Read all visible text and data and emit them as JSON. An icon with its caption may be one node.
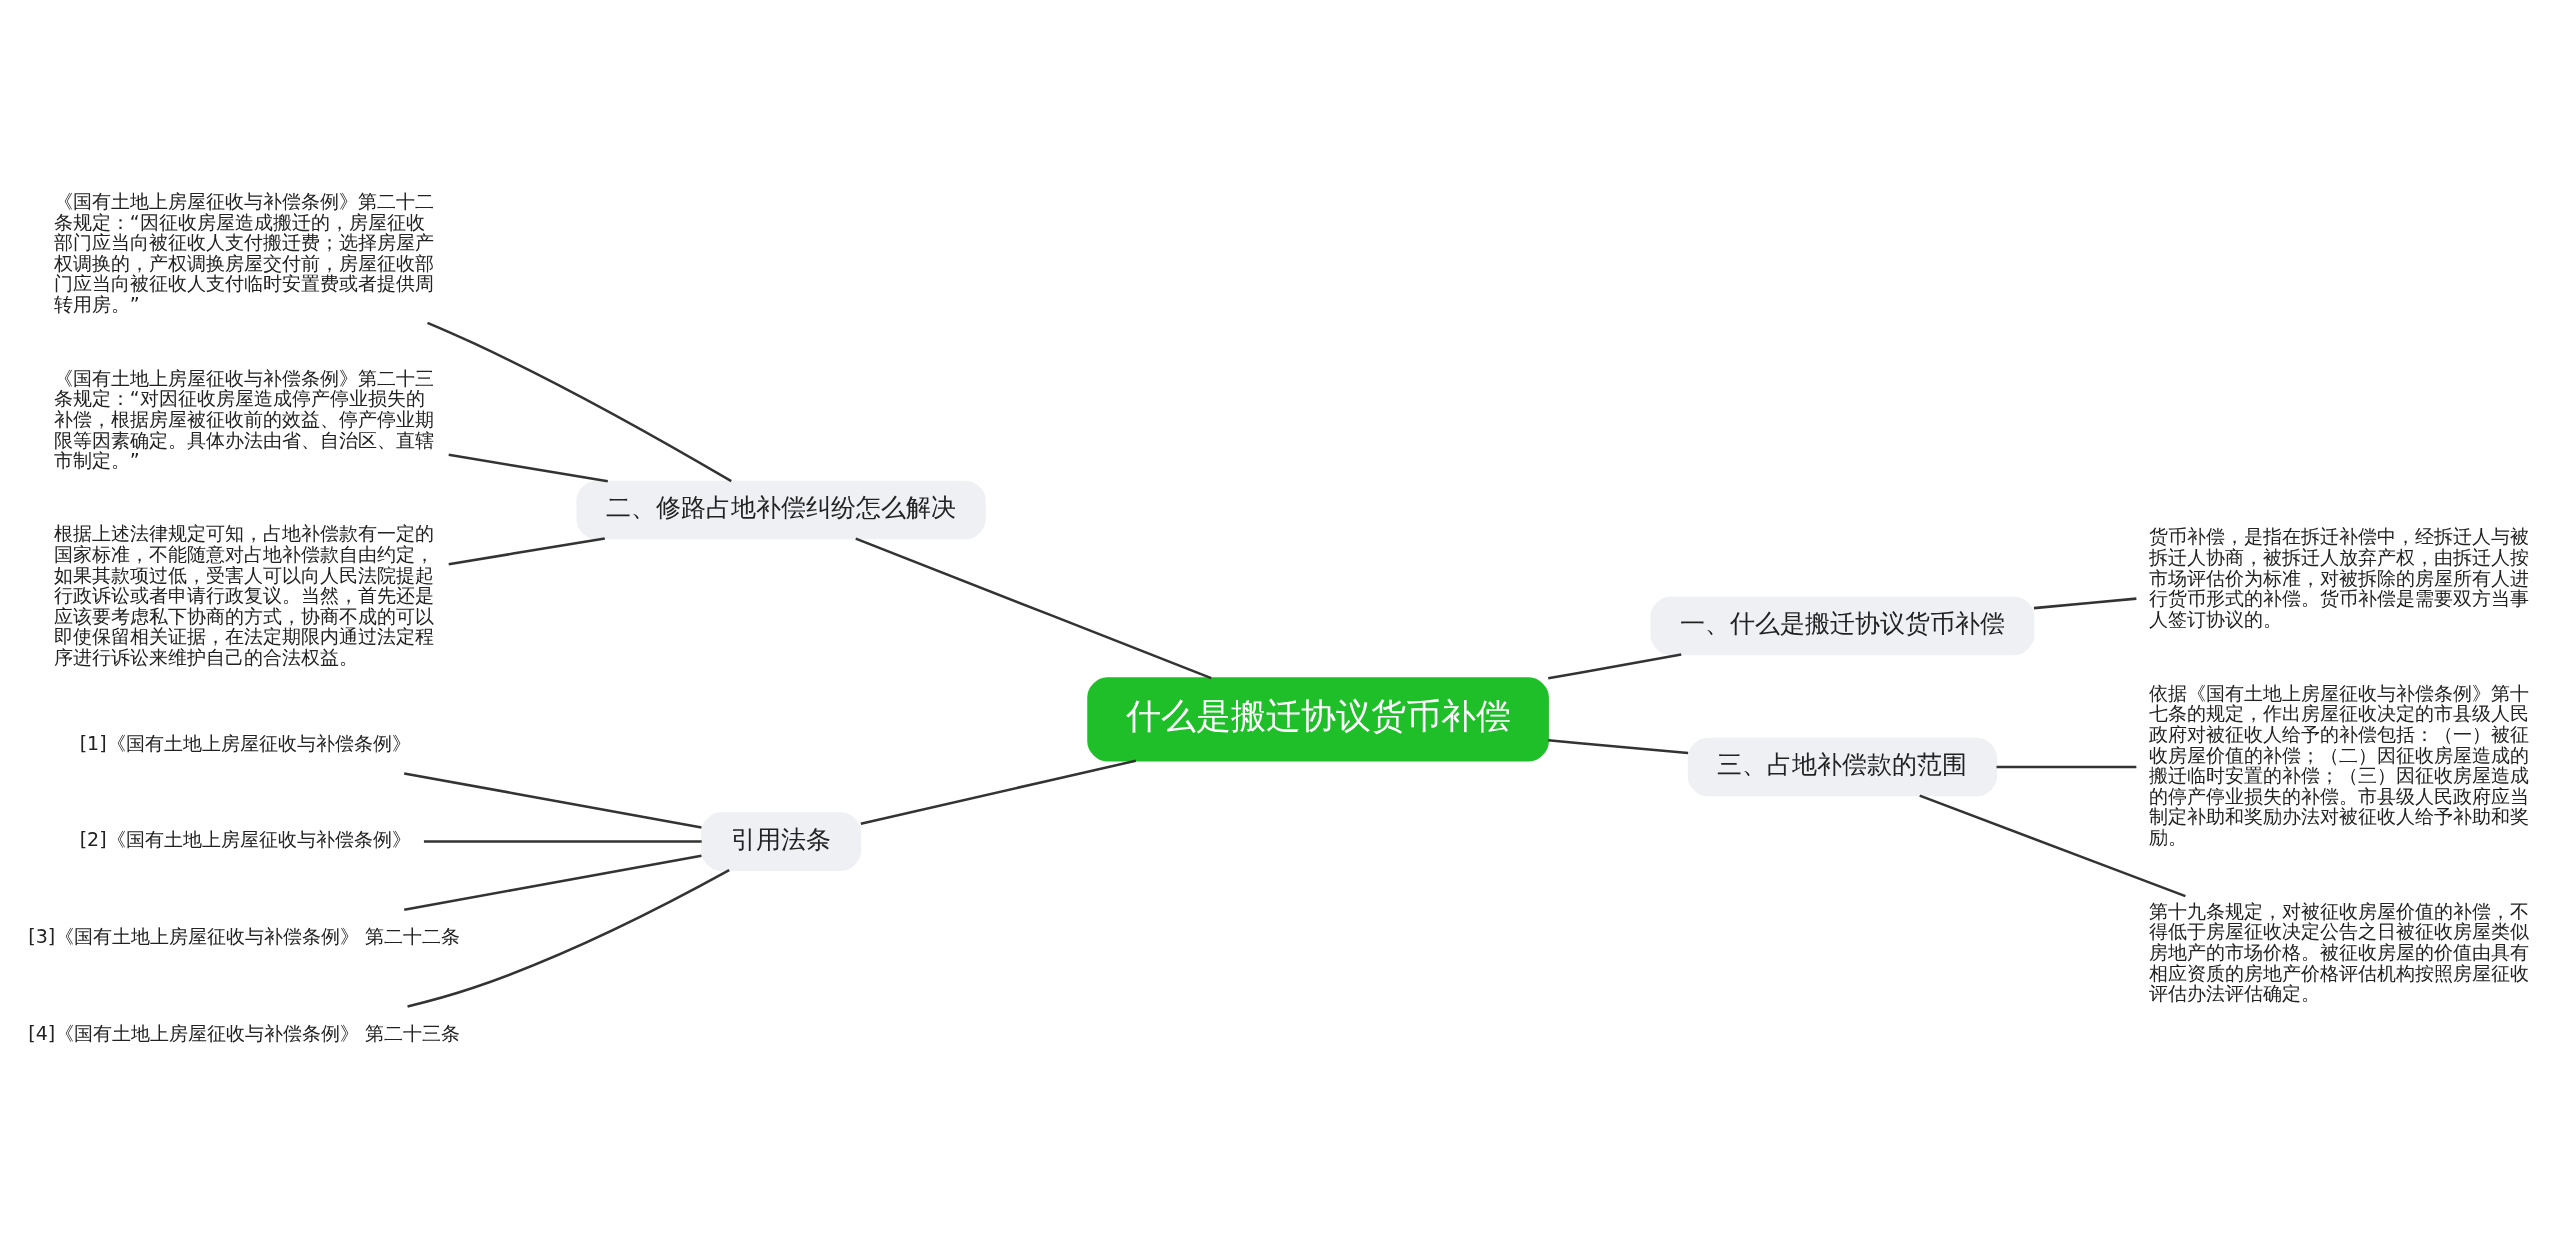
{
  "diagram": {
    "nodes": [
      {
        "text": [
          "什么是搬迁协议货币补偿"
        ]
      },
      {
        "text": [
          "一、什么是搬迁协议货币补偿"
        ]
      },
      {
        "text": [
          "货币补偿，是指在拆迁补偿中，经拆迁人与被拆迁人协商，被拆迁人放弃产权，由拆迁人按市场评估价为标准，对被拆除的房屋所有人进行货币形式的补偿。货币补偿是需要双方当事人签订协议的。"
        ]
      },
      {
        "text": [
          "二、修路占地补偿纠纷怎么解决"
        ]
      },
      {
        "text": [
          "《国有土地上房屋征收与补偿条例》第二十二条规定：“因征收房屋造成搬迁的，房屋征收部门应当向被征收人支付搬迁费；选择房屋产权调换的，产权调换房屋交付前，房屋征收部门应当向被征收人支付临时安置费或者提供周转用房。”"
        ]
      },
      {
        "text": [
          "《国有土地上房屋征收与补偿条例》第二十三条规定：“对因征收房屋造成停产停业损失的补偿，根据房屋被征收前的效益、停产停业期限等因素确定。具体办法由省、自治区、直辖市制定。”"
        ]
      },
      {
        "text": [
          "根据上述法律规定可知，占地补偿款有一定的国家标准，不能随意对占地补偿款自由约定，如果其款项过低，受害人可以向人民法院提起行政诉讼或者申请行政复议。当然，首先还是应该要考虑私下协商的方式，协商不成的可以即使保留相关证据，在法定期限内通过法定程序进行诉讼来维护自己的合法权益。"
        ]
      },
      {
        "text": [
          "三、占地补偿款的范围"
        ]
      },
      {
        "text": [
          "依据《国有土地上房屋征收与补偿条例》第十七条的规定，作出房屋征收决定的市县级人民政府对被征收人给予的补偿包括：（一）被征收房屋价值的补偿；（二）因征收房屋造成的搬迁临时安置的补偿；（三）因征收房屋造成的停产停业损失的补偿。市县级人民政府应当制定补助和奖励办法对被征收人给予补助和奖励。"
        ]
      },
      {
        "text": [
          "第十九条规定，对被征收房屋价值的补偿，不得低于房屋征收决定公告之日被征收房屋类似房地产的市场价格。被征收房屋的价值由具有相应资质的房地产价格评估机构按照房屋征收评估办法评估确定。"
        ]
      },
      {
        "text": [
          "引用法条"
        ]
      },
      {
        "text": [
          "[1]《国有土地上房屋征收与补偿条例》"
        ]
      },
      {
        "text": [
          "[2]《国有土地上房屋征收与补偿条例》"
        ]
      },
      {
        "text": [
          "[3]《国有土地上房屋征收与补偿条例》 第二十二条"
        ]
      },
      {
        "text": [
          "[4]《国有土地上房屋征收与补偿条例》 第二十三条"
        ]
      }
    ],
    "edges": [
      {
        "from": 0,
        "to": 1,
        "arrow": "none"
      },
      {
        "from": 1,
        "to": 2,
        "arrow": "none"
      },
      {
        "from": 0,
        "to": 3,
        "arrow": "none"
      },
      {
        "from": 3,
        "to": 4,
        "arrow": "none"
      },
      {
        "from": 3,
        "to": 5,
        "arrow": "none"
      },
      {
        "from": 3,
        "to": 6,
        "arrow": "none"
      },
      {
        "from": 0,
        "to": 7,
        "arrow": "none"
      },
      {
        "from": 7,
        "to": 8,
        "arrow": "none"
      },
      {
        "from": 7,
        "to": 9,
        "arrow": "none"
      },
      {
        "from": 0,
        "to": 10,
        "arrow": "none"
      },
      {
        "from": 10,
        "to": 11,
        "arrow": "none"
      },
      {
        "from": 10,
        "to": 12,
        "arrow": "none"
      },
      {
        "from": 10,
        "to": 13,
        "arrow": "none"
      },
      {
        "from": 10,
        "to": 14,
        "arrow": "none"
      }
    ]
  }
}
